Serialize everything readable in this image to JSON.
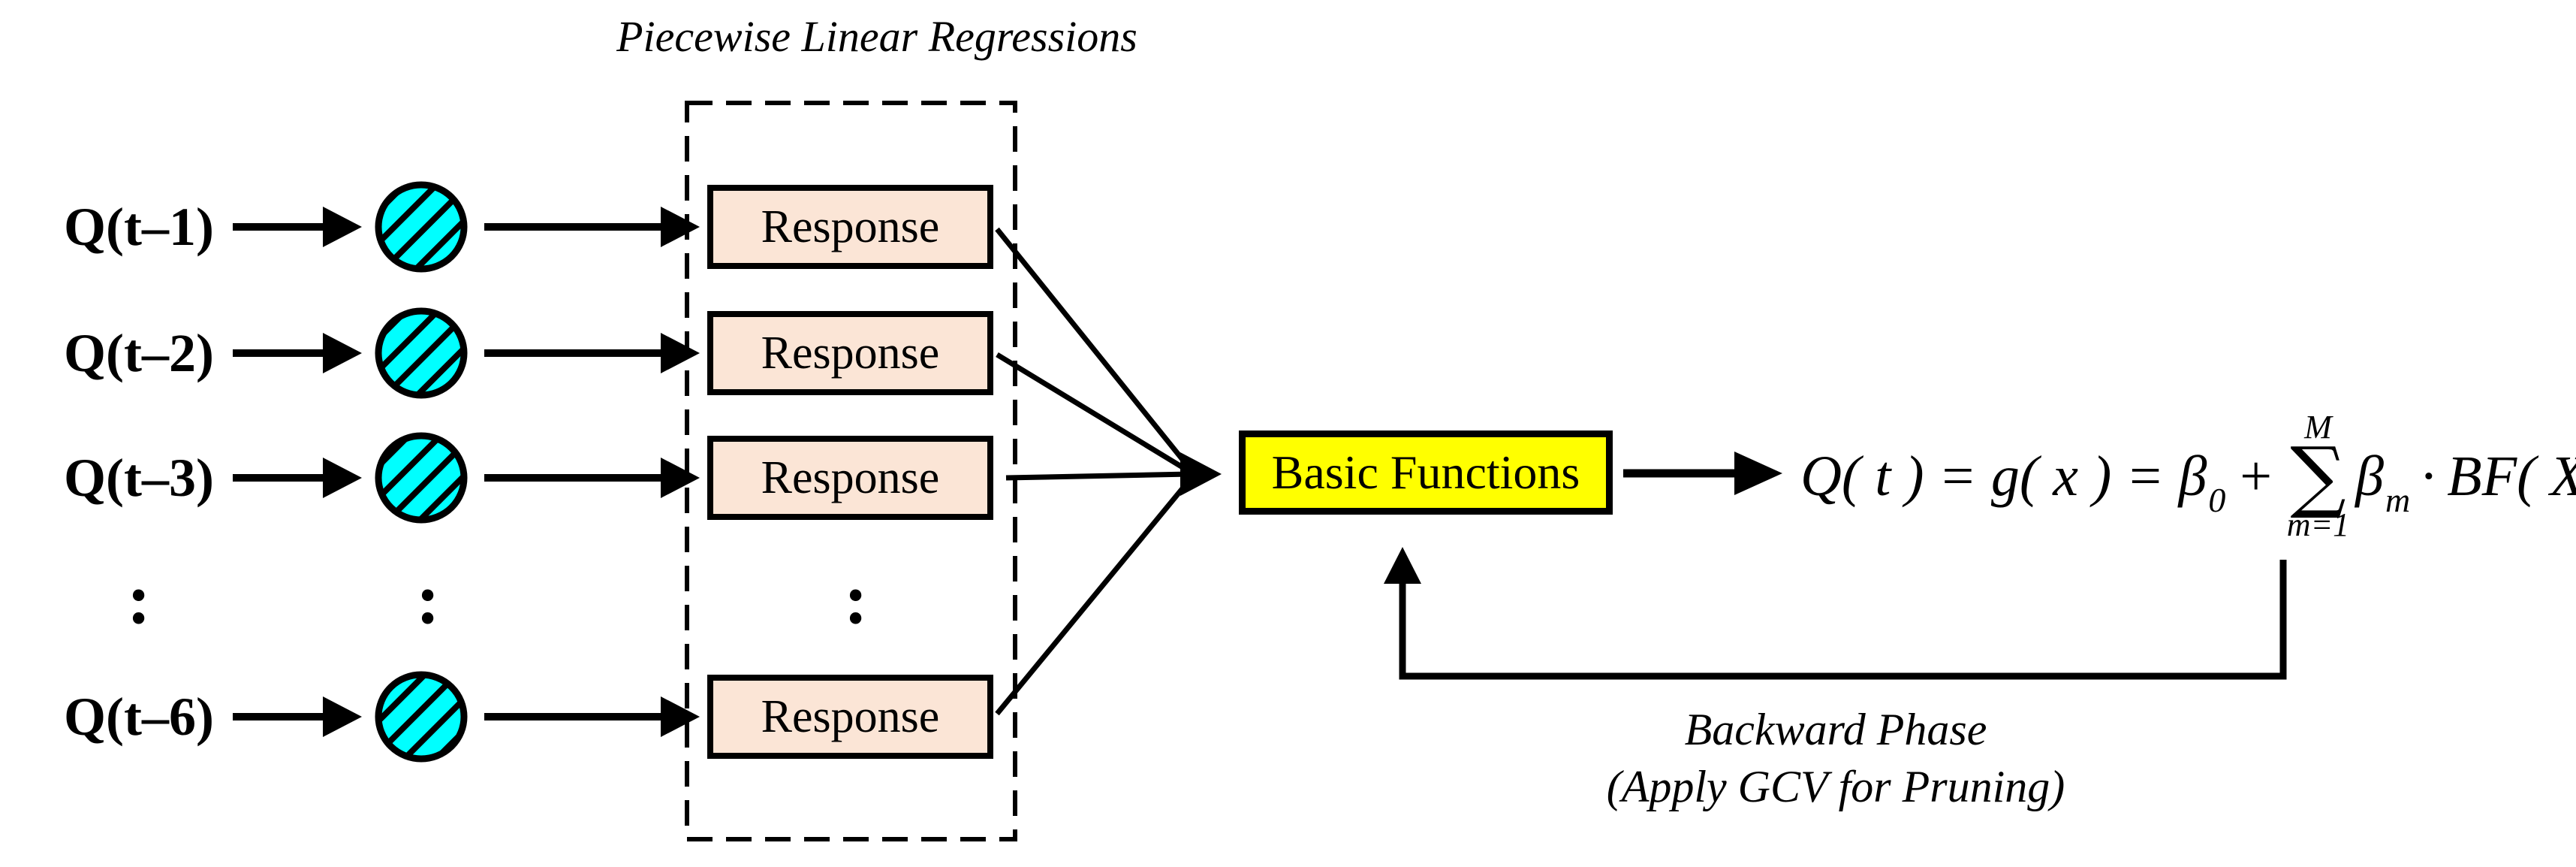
{
  "title": "Piecewise Linear Regressions",
  "inputs": {
    "items": [
      {
        "label": "Q(t–1)"
      },
      {
        "label": "Q(t–2)"
      },
      {
        "label": "Q(t–3)"
      },
      {
        "label": "Q(t–6)"
      }
    ],
    "ellipsis": ":"
  },
  "response_box_label": "Response",
  "basic_functions_label": "Basic Functions",
  "equation": {
    "lhs": "Q( t ) = g( x ) = ",
    "beta0_base": "β",
    "beta0_sub": "0",
    "plus": "+",
    "sigma_upper": "M",
    "sigma": "∑",
    "sigma_lower": "m=1",
    "betam_base": "β",
    "betam_sub": "m",
    "cdot": "·",
    "rhs": "BF( X )"
  },
  "backward_phase": {
    "line1": "Backward Phase",
    "line2": "(Apply GCV for Pruning)"
  },
  "colors": {
    "node_fill": "#00FFFF",
    "response_fill": "#FBE5D6",
    "basic_fill": "#FFFF00",
    "line": "#000000"
  }
}
